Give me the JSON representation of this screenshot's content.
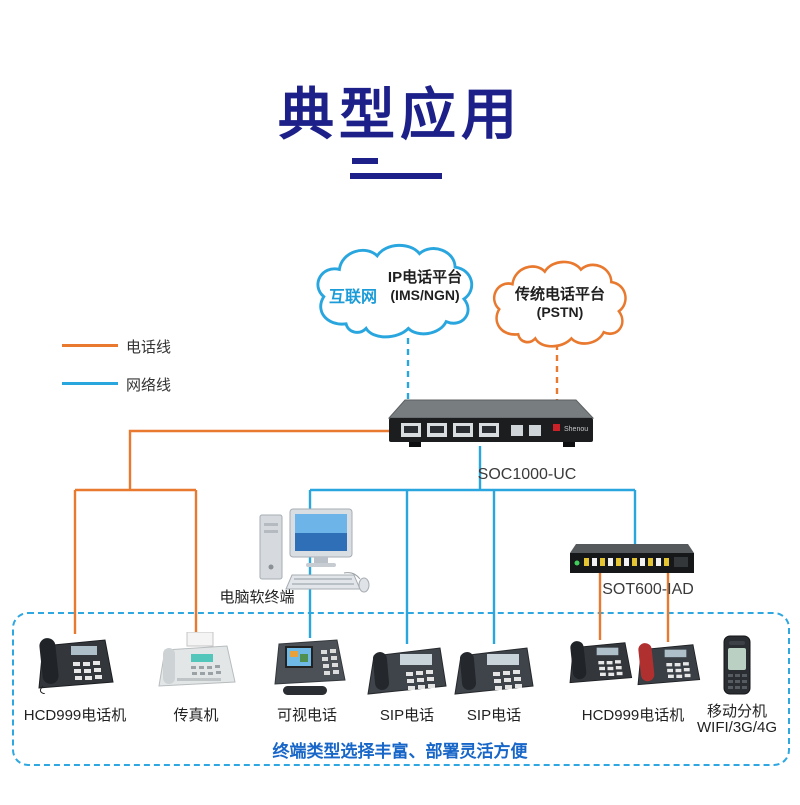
{
  "title": {
    "text": "典型应用",
    "color": "#1d2088"
  },
  "legend": {
    "items": [
      {
        "label": "电话线",
        "color": "#e8792f"
      },
      {
        "label": "网络线",
        "color": "#2aa6df"
      }
    ]
  },
  "clouds": {
    "internet": {
      "tag": "互联网",
      "platform": "IP电话平台",
      "network": "(IMS/NGN)"
    },
    "pstn": {
      "platform": "传统电话平台",
      "network": "(PSTN)"
    }
  },
  "devices": {
    "soc": {
      "label": "SOC1000-UC",
      "brand": "Shenou"
    },
    "iad": {
      "label": "SOT600-IAD"
    },
    "pc": {
      "label": "电脑软终端"
    }
  },
  "terminals": [
    {
      "label": "HCD999电话机"
    },
    {
      "label": "传真机"
    },
    {
      "label": "可视电话"
    },
    {
      "label": "SIP电话"
    },
    {
      "label": "SIP电话"
    },
    {
      "label": "HCD999电话机"
    },
    {
      "label": "移动分机",
      "sublabel": "WIFI/3G/4G"
    }
  ],
  "caption": {
    "text": "终端类型选择丰富、部署灵活方便",
    "color": "#1766c8"
  }
}
